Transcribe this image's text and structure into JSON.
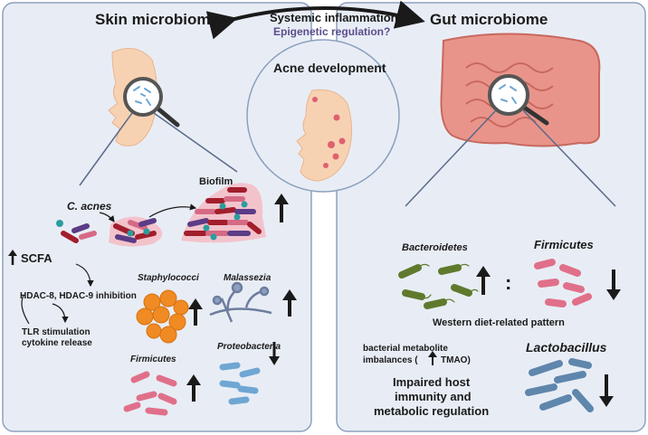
{
  "header": {
    "systemic": "Systemic inflammation?",
    "epigenetic": "Epigenetic regulation?"
  },
  "skin": {
    "title": "Skin microbiome",
    "c_acnes": "C. acnes",
    "biofilm": "Biofilm",
    "scfa": "SCFA",
    "hdac": "HDAC-8, HDAC-9 inhibition",
    "tlr_line1": "TLR stimulation",
    "tlr_line2": "cytokine release",
    "staph": "Staphylococci",
    "malassezia": "Malassezia",
    "firmicutes": "Firmicutes",
    "proteobacteria": "Proteobacteria"
  },
  "center": {
    "title": "Acne development"
  },
  "gut": {
    "title": "Gut microbiome",
    "bacteroidetes": "Bacteroidetes",
    "firmicutes": "Firmicutes",
    "ratio_sep": ":",
    "western": "Western diet-related pattern",
    "metabolite_line1": "bacterial metabolite",
    "metabolite_line2a": "imbalances (",
    "metabolite_line2b": "TMAO)",
    "lactobacillus": "Lactobacillus",
    "impaired_line1": "Impaired host",
    "impaired_line2": "immunity and",
    "impaired_line3": "metabolic regulation"
  },
  "colors": {
    "panel_bg": "#e8edf5",
    "panel_border": "#8da0bf",
    "title_purple": "#5b4d8c",
    "rod_red": "#a21e2c",
    "rod_pink": "#d66a85",
    "rod_purple": "#5b3c86",
    "teal": "#2a9da0",
    "orange": "#f08a22",
    "blue": "#6fa6d3",
    "green": "#5f7a2c",
    "skin": "#f7d2b2",
    "gut": "#e9948a"
  },
  "icons": [
    "magnifier-icon",
    "face-icon",
    "intestine-icon",
    "up-arrow-icon",
    "down-arrow-icon"
  ]
}
